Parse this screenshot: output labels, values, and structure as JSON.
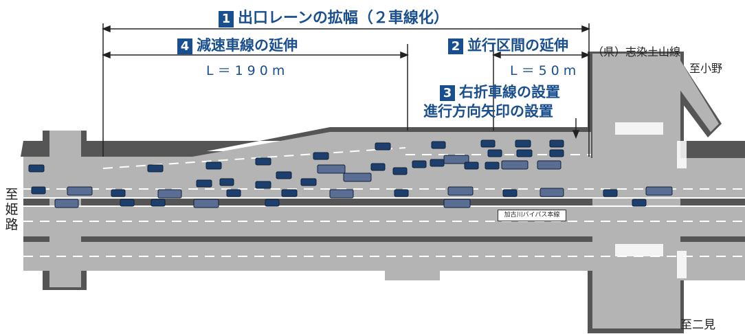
{
  "items": [
    {
      "num": "1",
      "text": "出口レーンの拡幅（２車線化）"
    },
    {
      "num": "4",
      "text": "減速車線の延伸"
    },
    {
      "num": "2",
      "text": "並行区間の延伸"
    },
    {
      "num": "3",
      "text": "右折車線の設置"
    }
  ],
  "item3_line2": "進行方向矢印の設置",
  "lengths": {
    "decel": "L＝190m",
    "parallel": "L＝50m"
  },
  "destinations": {
    "prefectural_road": "（県）志染土山線",
    "to_ono": "至小野",
    "to_himeji": [
      "至",
      "姫",
      "路"
    ],
    "to_futami": "至二見"
  },
  "mainline_label": "加古川バイパス本線",
  "colors": {
    "label_blue": "#1a4f8f",
    "road_gray": "#b4b4b4",
    "road_dark": "#555555",
    "car_blue": "#1c3f6e"
  }
}
